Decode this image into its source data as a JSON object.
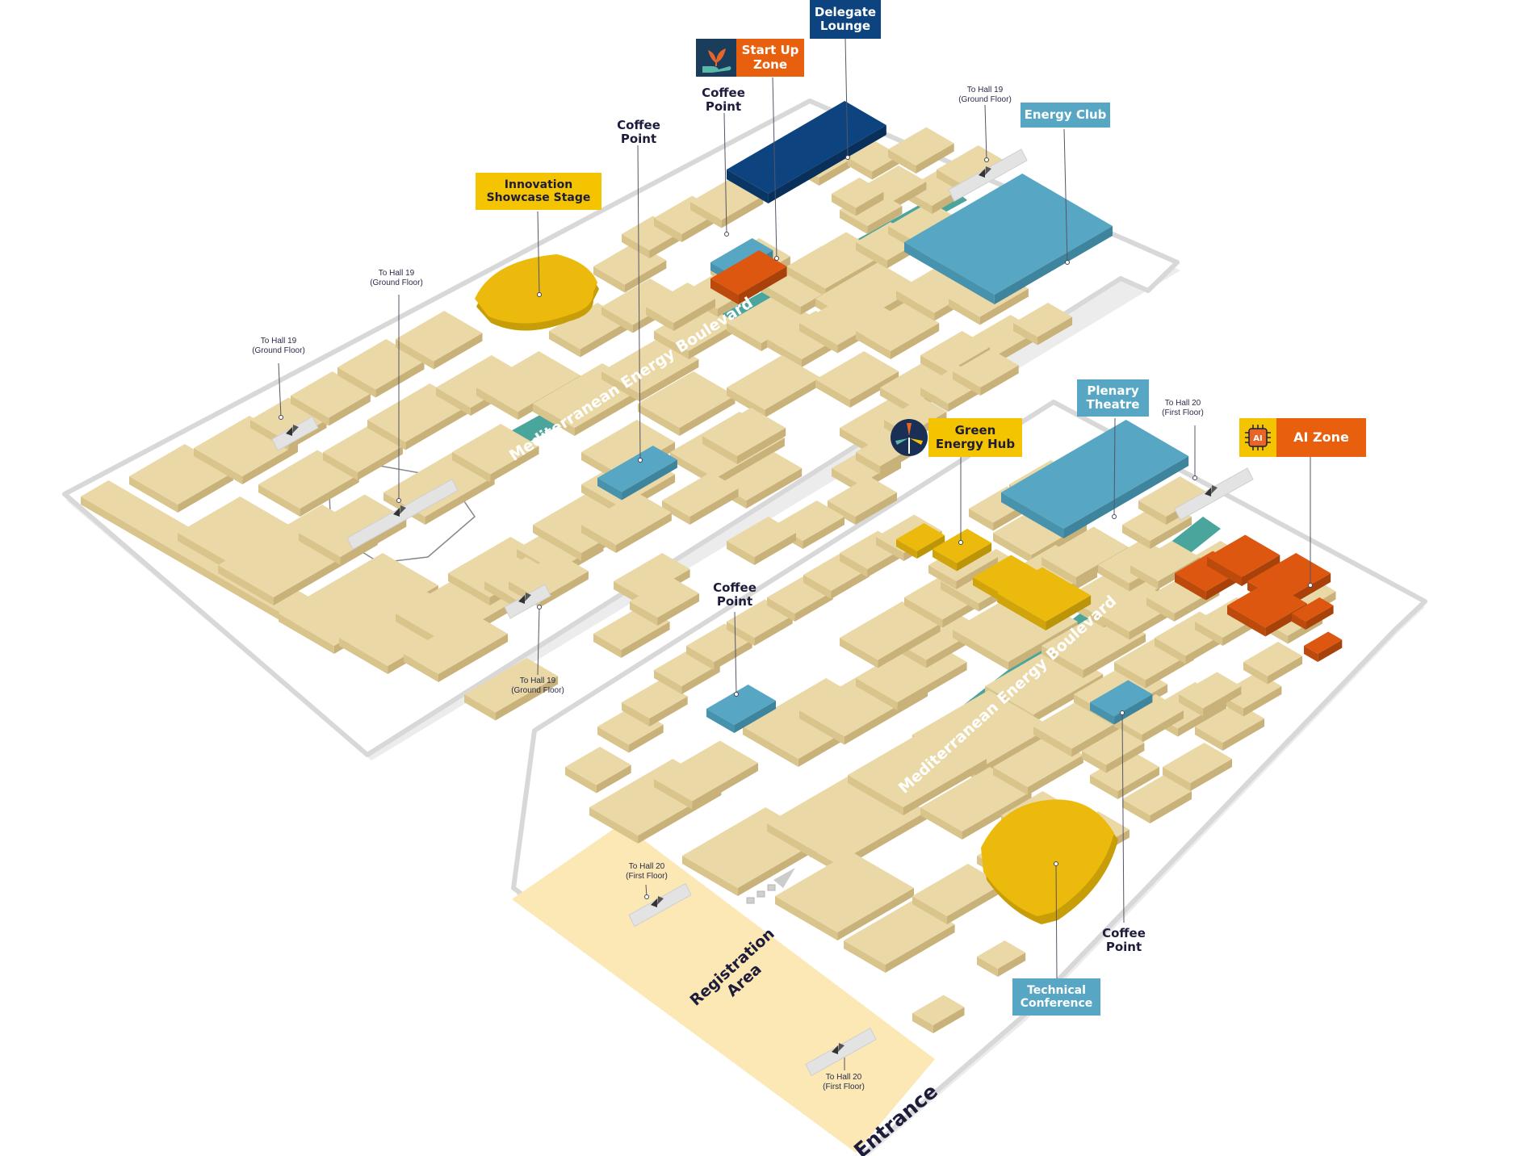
{
  "colors": {
    "booth_top": "#ead8a6",
    "booth_left": "#d9c48c",
    "booth_right": "#c9b17a",
    "floor": "#ffffff",
    "floor_edge": "#d8d8d8",
    "boulevard": "#4aa69c",
    "blue_zone": "#56a6c4",
    "orange_zone": "#dd5710",
    "yellow_zone": "#ecba0c",
    "navy_zone": "#0d447f",
    "registration": "#fbe8b4",
    "escalator": "#e3e3e3"
  },
  "labels": {
    "delegate_lounge": "Delegate\nLounge",
    "start_up_zone": "Start Up\nZone",
    "coffee_point_1": "Coffee\nPoint",
    "coffee_point_2": "Coffee\nPoint",
    "coffee_point_3": "Coffee\nPoint",
    "coffee_point_4": "Coffee\nPoint",
    "innovation_stage": "Innovation\nShowcase Stage",
    "energy_club": "Energy Club",
    "plenary_theatre": "Plenary\nTheatre",
    "green_energy_hub": "Green\nEnergy Hub",
    "ai_zone": "AI Zone",
    "technical_conference": "Technical\nConference",
    "boulevard_1": "Mediterranean Energy Boulevard",
    "boulevard_2": "Mediterranean Energy Boulevard",
    "registration_area": "Registration\nArea",
    "entrance": "Entrance"
  },
  "escalator_notes": {
    "hall19_top": "To Hall 19\n(Ground Floor)",
    "hall19_mid": "To Hall 19\n(Ground Floor)",
    "hall19_left": "To Hall 19\n(Ground Floor)",
    "hall19_bottom": "To Hall 19\n(Ground Floor)",
    "hall20_right": "To Hall 20\n(First Floor)",
    "hall20_reg_top": "To Hall 20\n(First Floor)",
    "hall20_reg_bottom": "To Hall 20\n(First Floor)"
  },
  "icons": {
    "start_up": "sprout-hand-icon",
    "green_energy": "wind-turbine-icon",
    "ai": "ai-chip-icon"
  }
}
